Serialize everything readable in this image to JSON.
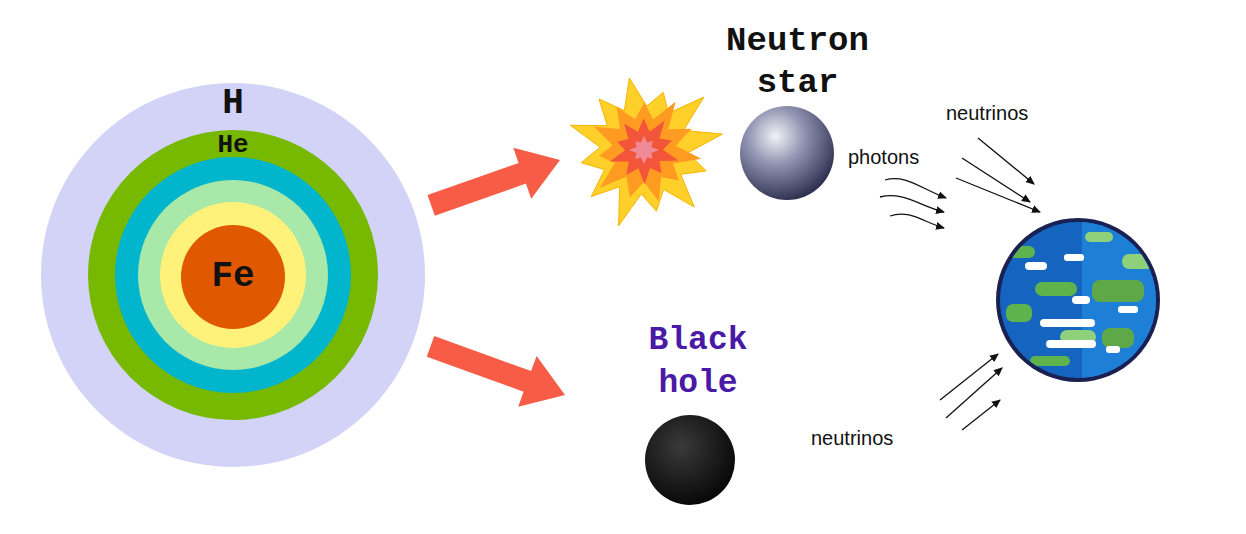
{
  "diagram": {
    "nodes": [
      {
        "text": [
          "H"
        ]
      },
      {
        "text": [
          "He"
        ],
        "in": 0
      },
      {
        "text": [
          "Fe"
        ],
        "in": 1
      },
      {
        "text": [
          "Neutron star"
        ]
      },
      {
        "text": [
          "Black hole"
        ]
      }
    ],
    "edges": [
      {
        "from": 0,
        "to": 3,
        "arrow": "to"
      },
      {
        "from": 0,
        "to": 4,
        "arrow": "to"
      }
    ],
    "labels": [
      "neutrinos",
      "photons",
      "neutrinos"
    ]
  }
}
